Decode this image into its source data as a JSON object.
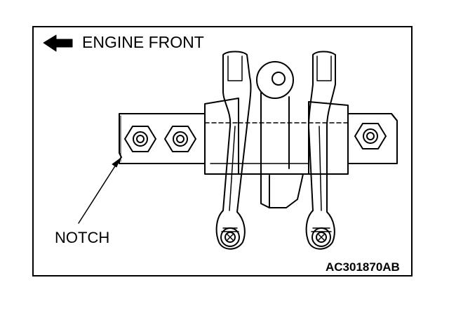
{
  "labels": {
    "engine_front": "ENGINE FRONT",
    "notch": "NOTCH",
    "figure_code": "AC301870AB"
  },
  "icons": {
    "direction_arrow": "left-arrow-icon"
  },
  "colors": {
    "line": "#000000",
    "background": "#ffffff"
  }
}
